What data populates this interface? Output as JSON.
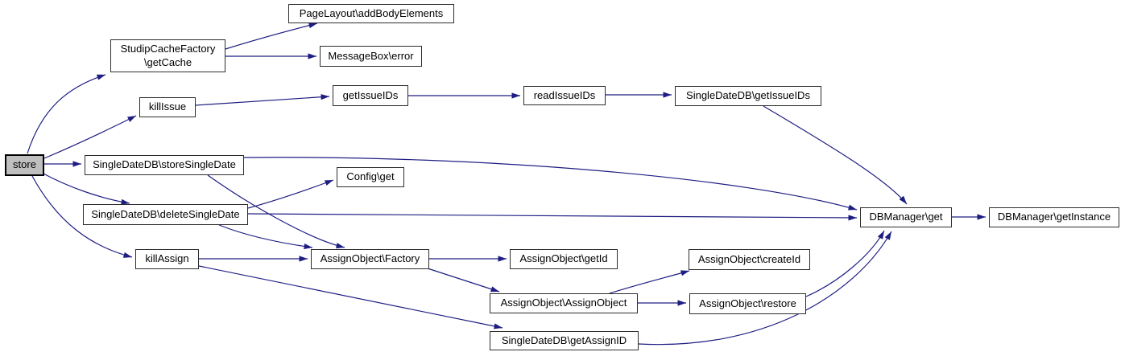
{
  "diagram": {
    "type": "call-graph",
    "background": "#ffffff",
    "edge_color": "#1d1d82",
    "node_fill": "#ffffff",
    "node_border": "#2d2d2d",
    "highlight_fill": "#bfbfbf",
    "highlight_node": "store"
  },
  "nodes": {
    "store": {
      "label": "store"
    },
    "getcache": {
      "line1": "StudipCacheFactory",
      "line2": "\\getCache"
    },
    "addbodyelements": {
      "label": "PageLayout\\addBodyElements"
    },
    "messagebox_error": {
      "label": "MessageBox\\error"
    },
    "killissue": {
      "label": "killIssue"
    },
    "getissueids": {
      "label": "getIssueIDs"
    },
    "readissueids": {
      "label": "readIssueIDs"
    },
    "sdd_getissueids": {
      "label": "SingleDateDB\\getIssueIDs"
    },
    "sdd_storesingledate": {
      "label": "SingleDateDB\\storeSingleDate"
    },
    "config_get": {
      "label": "Config\\get"
    },
    "sdd_deletesingledate": {
      "label": "SingleDateDB\\deleteSingleDate"
    },
    "killassign": {
      "label": "killAssign"
    },
    "ao_factory": {
      "label": "AssignObject\\Factory"
    },
    "ao_getid": {
      "label": "AssignObject\\getId"
    },
    "ao_createid": {
      "label": "AssignObject\\createId"
    },
    "ao_assignobject": {
      "label": "AssignObject\\AssignObject"
    },
    "ao_restore": {
      "label": "AssignObject\\restore"
    },
    "sdd_getassignid": {
      "label": "SingleDateDB\\getAssignID"
    },
    "dbm_get": {
      "label": "DBManager\\get"
    },
    "dbm_getinstance": {
      "label": "DBManager\\getInstance"
    }
  },
  "edges": [
    {
      "from": "store",
      "to": "getcache"
    },
    {
      "from": "store",
      "to": "killissue"
    },
    {
      "from": "store",
      "to": "sdd_storesingledate"
    },
    {
      "from": "store",
      "to": "sdd_deletesingledate"
    },
    {
      "from": "store",
      "to": "killassign"
    },
    {
      "from": "getcache",
      "to": "addbodyelements"
    },
    {
      "from": "getcache",
      "to": "messagebox_error"
    },
    {
      "from": "killissue",
      "to": "getissueids"
    },
    {
      "from": "getissueids",
      "to": "readissueids"
    },
    {
      "from": "readissueids",
      "to": "sdd_getissueids"
    },
    {
      "from": "sdd_getissueids",
      "to": "dbm_get"
    },
    {
      "from": "sdd_storesingledate",
      "to": "dbm_get"
    },
    {
      "from": "sdd_storesingledate",
      "to": "ao_factory"
    },
    {
      "from": "sdd_deletesingledate",
      "to": "config_get"
    },
    {
      "from": "sdd_deletesingledate",
      "to": "dbm_get"
    },
    {
      "from": "sdd_deletesingledate",
      "to": "ao_factory"
    },
    {
      "from": "killassign",
      "to": "ao_factory"
    },
    {
      "from": "killassign",
      "to": "sdd_getassignid"
    },
    {
      "from": "ao_factory",
      "to": "ao_getid"
    },
    {
      "from": "ao_factory",
      "to": "ao_assignobject"
    },
    {
      "from": "ao_assignobject",
      "to": "ao_createid"
    },
    {
      "from": "ao_assignobject",
      "to": "ao_restore"
    },
    {
      "from": "ao_restore",
      "to": "dbm_get"
    },
    {
      "from": "sdd_getassignid",
      "to": "dbm_get"
    },
    {
      "from": "dbm_get",
      "to": "dbm_getinstance"
    }
  ]
}
